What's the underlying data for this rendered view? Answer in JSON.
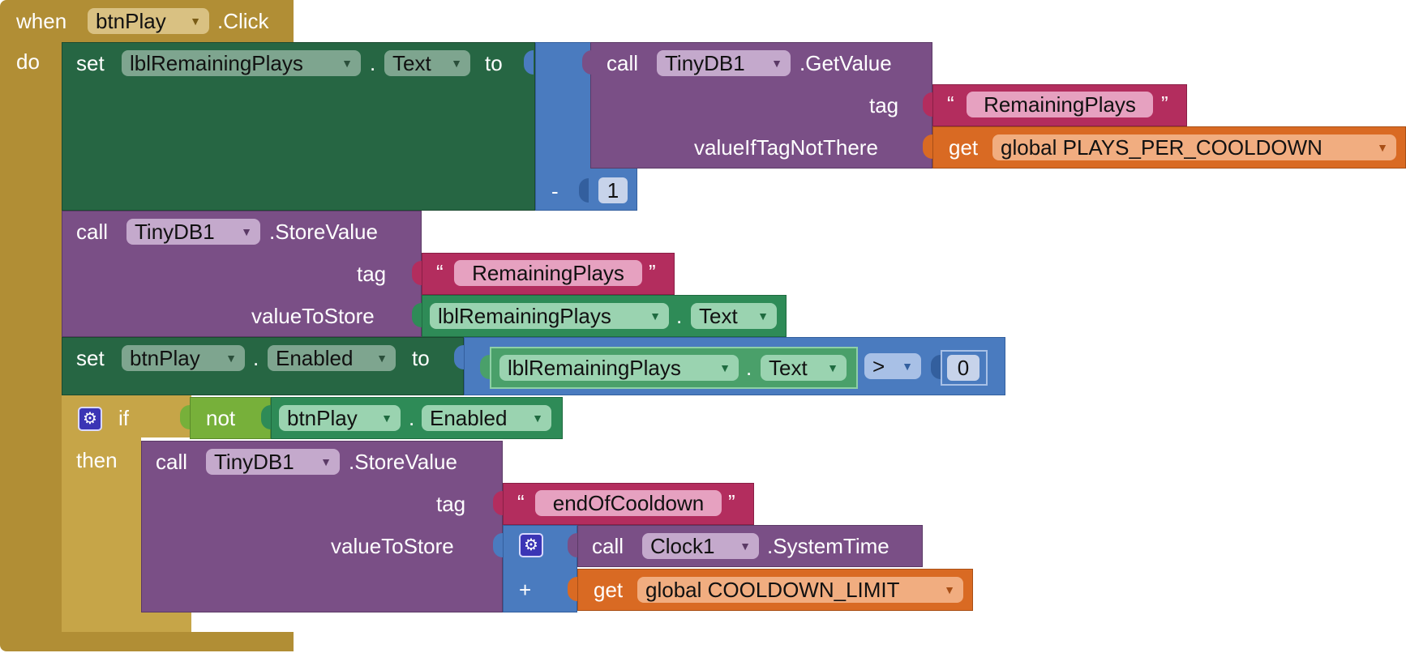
{
  "event": {
    "when": "when",
    "component": "btnPlay",
    "event_name": ".Click",
    "do": "do"
  },
  "set1": {
    "set": "set",
    "component": "lblRemainingPlays",
    "dot": ".",
    "property": "Text",
    "to": "to",
    "minus": "-",
    "number": "1",
    "getvalue": {
      "call": "call",
      "component": "TinyDB1",
      "method": ".GetValue",
      "tag_label": "tag",
      "tag_open_quote": "“",
      "tag_value": "RemainingPlays",
      "tag_close_quote": "”",
      "default_label": "valueIfTagNotThere",
      "get": "get",
      "default_var": "global PLAYS_PER_COOLDOWN"
    }
  },
  "store1": {
    "call": "call",
    "component": "TinyDB1",
    "method": ".StoreValue",
    "tag_label": "tag",
    "tag_open_quote": "“",
    "tag_value": "RemainingPlays",
    "tag_close_quote": "”",
    "value_label": "valueToStore",
    "value_component": "lblRemainingPlays",
    "value_dot": ".",
    "value_property": "Text"
  },
  "set2": {
    "set": "set",
    "component": "btnPlay",
    "dot": ".",
    "property": "Enabled",
    "to": "to",
    "cmp_component": "lblRemainingPlays",
    "cmp_dot": ".",
    "cmp_property": "Text",
    "operator": ">",
    "number": "0"
  },
  "ifblock": {
    "if": "if",
    "then": "then",
    "not": "not",
    "component": "btnPlay",
    "dot": ".",
    "property": "Enabled"
  },
  "store2": {
    "call": "call",
    "component": "TinyDB1",
    "method": ".StoreValue",
    "tag_label": "tag",
    "tag_open_quote": "“",
    "tag_value": "endOfCooldown",
    "tag_close_quote": "”",
    "value_label": "valueToStore",
    "plus": "+",
    "clock_call": "call",
    "clock_component": "Clock1",
    "clock_method": ".SystemTime",
    "get": "get",
    "limit_var": "global COOLDOWN_LIMIT"
  },
  "icons": {
    "dropdown": "▼",
    "gear": "⚙"
  }
}
